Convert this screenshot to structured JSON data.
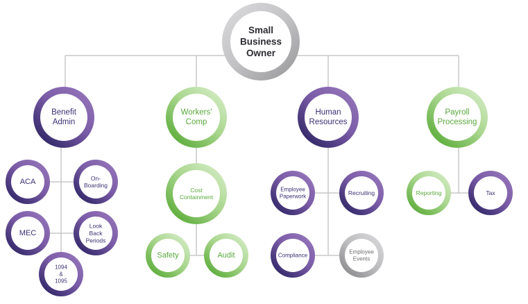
{
  "colors": {
    "line": "#c8c8c8",
    "grey_light": "#d3d3d5",
    "grey_dark": "#a4a4a7",
    "purple_light": "#8b6bb1",
    "purple_dark": "#3a2f72",
    "green_light": "#c5e3b2",
    "green_dark": "#67b446",
    "text_dark": "#3a2f72",
    "text_green": "#5aa83c",
    "text_grey": "#6e6e72"
  },
  "nodes": {
    "owner": {
      "lines": [
        "Small",
        "Business",
        "Owner"
      ],
      "scheme": "grey"
    },
    "benefit_admin": {
      "lines": [
        "Benefit",
        "Admin"
      ],
      "scheme": "purple"
    },
    "workers_comp": {
      "lines": [
        "Workers'",
        "Comp"
      ],
      "scheme": "green"
    },
    "human_resources": {
      "lines": [
        "Human",
        "Resources"
      ],
      "scheme": "purple"
    },
    "payroll_processing": {
      "lines": [
        "Payroll",
        "Processing"
      ],
      "scheme": "green"
    },
    "aca": {
      "lines": [
        "ACA"
      ],
      "scheme": "purple"
    },
    "onboarding": {
      "lines": [
        "On-",
        "Boarding"
      ],
      "scheme": "purple"
    },
    "mec": {
      "lines": [
        "MEC"
      ],
      "scheme": "purple"
    },
    "lookback": {
      "lines": [
        "Look",
        "Back",
        "Periods"
      ],
      "scheme": "purple"
    },
    "forms_1094_1095": {
      "lines": [
        "1094",
        "&",
        "1095"
      ],
      "scheme": "purple"
    },
    "cost_containment": {
      "lines": [
        "Cost",
        "Containment"
      ],
      "scheme": "green"
    },
    "safety": {
      "lines": [
        "Safety"
      ],
      "scheme": "green"
    },
    "audit": {
      "lines": [
        "Audit"
      ],
      "scheme": "green"
    },
    "employee_paperwork": {
      "lines": [
        "Employee",
        "Paperwork"
      ],
      "scheme": "purple"
    },
    "recruiting": {
      "lines": [
        "Recruiting"
      ],
      "scheme": "purple"
    },
    "compliance": {
      "lines": [
        "Compliance"
      ],
      "scheme": "purple"
    },
    "employee_events": {
      "lines": [
        "Employee",
        "Events"
      ],
      "scheme": "grey"
    },
    "reporting": {
      "lines": [
        "Reporting"
      ],
      "scheme": "green"
    },
    "tax": {
      "lines": [
        "Tax"
      ],
      "scheme": "purple"
    }
  }
}
